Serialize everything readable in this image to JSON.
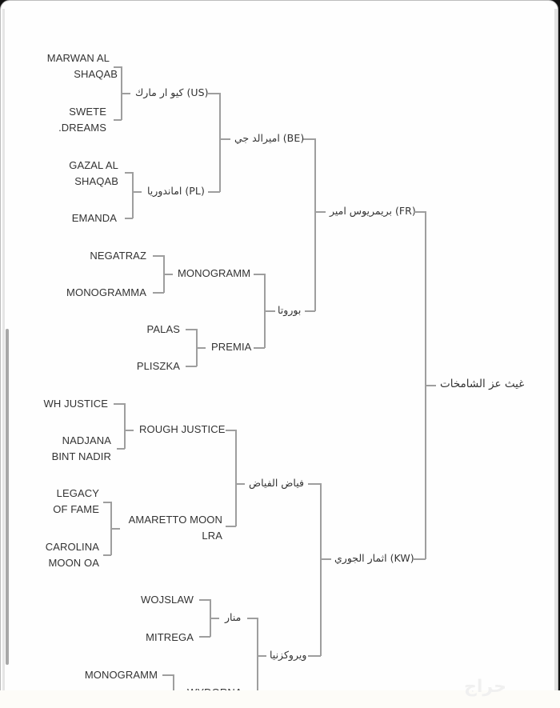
{
  "diagram": {
    "type": "pedigree-tree",
    "root": {
      "name": "غيث عز الشامخات"
    },
    "generation_1": [
      {
        "name": "بريمريوس امير (FR)"
      },
      {
        "name": "اثمار الجوري (KW)"
      }
    ],
    "generation_2": [
      {
        "name": "اميرالد جي (BE)"
      },
      {
        "name": "بوروتا"
      },
      {
        "name": "فياض الفياض"
      },
      {
        "name": "ويروكزنيا"
      }
    ],
    "generation_3": [
      {
        "name": "كيو ار مارك (US)"
      },
      {
        "name": "اماندوريا (PL)"
      },
      {
        "name": "MONOGRAMM"
      },
      {
        "name": "PREMIA"
      },
      {
        "name": "ROUGH JUSTICE"
      },
      {
        "name": "AMARETTO MOON LRA",
        "lines": [
          "AMARETTO MOON",
          "LRA"
        ]
      },
      {
        "name": "منار"
      },
      {
        "name": "WYDORNA",
        "partial": true
      }
    ],
    "generation_4": [
      {
        "name": "MARWAN AL SHAQAB",
        "lines": [
          "MARWAN AL",
          "SHAQAB"
        ]
      },
      {
        "name": "SWETE DREAMS.",
        "lines": [
          "SWETE",
          ".DREAMS"
        ]
      },
      {
        "name": "GAZAL AL SHAQAB",
        "lines": [
          "GAZAL AL",
          "SHAQAB"
        ]
      },
      {
        "name": "EMANDA"
      },
      {
        "name": "NEGATRAZ"
      },
      {
        "name": "MONOGRAMMA"
      },
      {
        "name": "PALAS"
      },
      {
        "name": "PLISZKA"
      },
      {
        "name": "WH JUSTICE"
      },
      {
        "name": "NADJANA BINT NADIR",
        "lines": [
          "NADJANA",
          "BINT NADIR"
        ]
      },
      {
        "name": "LEGACY OF FAME",
        "lines": [
          "LEGACY",
          "OF FAME"
        ]
      },
      {
        "name": "CAROLINA MOON OA",
        "lines": [
          "CAROLINA",
          "MOON OA"
        ]
      },
      {
        "name": "WOJSLAW"
      },
      {
        "name": "MITREGA"
      },
      {
        "name": "MONOGRAMM"
      }
    ]
  },
  "colors": {
    "background": "#fefefe",
    "line": "#9e9e9e",
    "text": "#333333"
  },
  "watermark": {
    "text": "حراج"
  }
}
